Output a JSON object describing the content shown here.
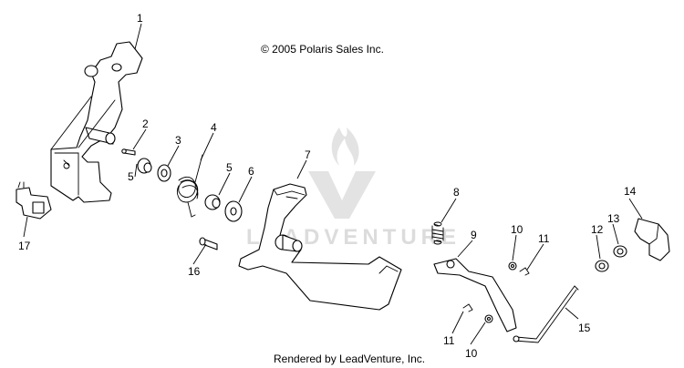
{
  "copyright": "© 2005 Polaris Sales Inc.",
  "footer": "Rendered by LeadVenture, Inc.",
  "watermark": "LEADVENTURE",
  "callouts": [
    {
      "id": "1",
      "text": "1"
    },
    {
      "id": "2",
      "text": "2"
    },
    {
      "id": "3",
      "text": "3"
    },
    {
      "id": "4",
      "text": "4"
    },
    {
      "id": "5a",
      "text": "5"
    },
    {
      "id": "5b",
      "text": "5"
    },
    {
      "id": "6",
      "text": "6"
    },
    {
      "id": "7",
      "text": "7"
    },
    {
      "id": "8",
      "text": "8"
    },
    {
      "id": "9",
      "text": "9"
    },
    {
      "id": "10a",
      "text": "10"
    },
    {
      "id": "10b",
      "text": "10"
    },
    {
      "id": "11a",
      "text": "11"
    },
    {
      "id": "11b",
      "text": "11"
    },
    {
      "id": "12",
      "text": "12"
    },
    {
      "id": "13",
      "text": "13"
    },
    {
      "id": "14",
      "text": "14"
    },
    {
      "id": "15",
      "text": "15"
    },
    {
      "id": "16",
      "text": "16"
    },
    {
      "id": "17",
      "text": "17"
    }
  ]
}
